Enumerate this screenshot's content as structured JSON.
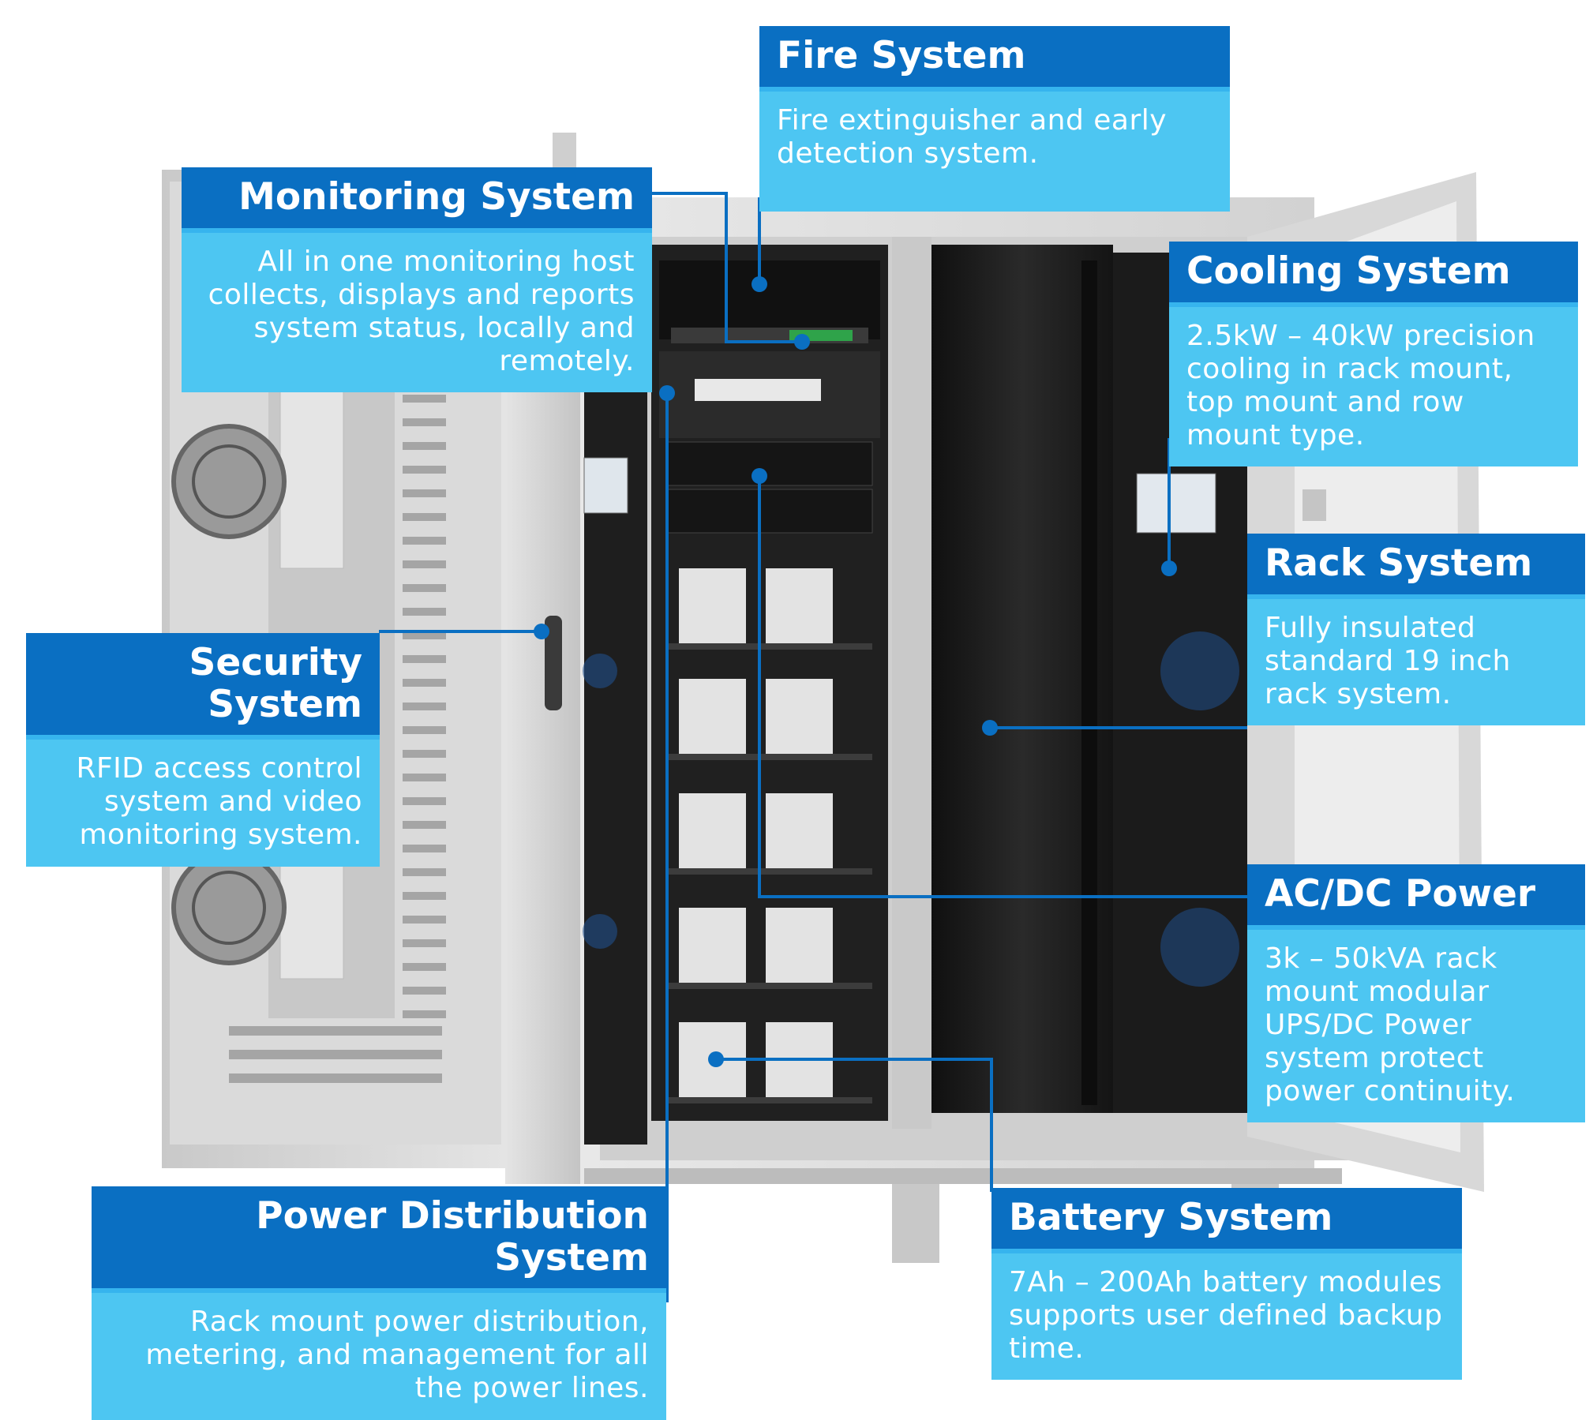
{
  "colors": {
    "header_bg": "#0a6fc2",
    "body_bg": "#4dc6f2",
    "line": "#0a6fc2",
    "cabinet": "#d6d6d6",
    "rack_dark": "#1c1c1c"
  },
  "callouts": {
    "fire": {
      "title": "Fire System",
      "desc": "Fire extinguisher and early detection system."
    },
    "monitoring": {
      "title": "Monitoring System",
      "desc": "All in one monitoring host collects, displays and reports system status, locally and remotely."
    },
    "cooling": {
      "title": "Cooling System",
      "desc": "2.5kW – 40kW precision cooling in rack mount, top mount and row mount type."
    },
    "rack": {
      "title": "Rack System",
      "desc": "Fully insulated standard 19 inch rack system."
    },
    "security": {
      "title": "Security System",
      "desc": "RFID access control system and video monitoring system."
    },
    "acdc": {
      "title": "AC/DC Power",
      "desc": "3k – 50kVA rack mount modular UPS/DC Power system protect power continuity."
    },
    "power_dist": {
      "title": "Power Distribution System",
      "desc": "Rack mount power distribution, metering, and management for all the power lines."
    },
    "battery": {
      "title": "Battery System",
      "desc": "7Ah – 200Ah battery modules supports user defined backup time."
    }
  }
}
